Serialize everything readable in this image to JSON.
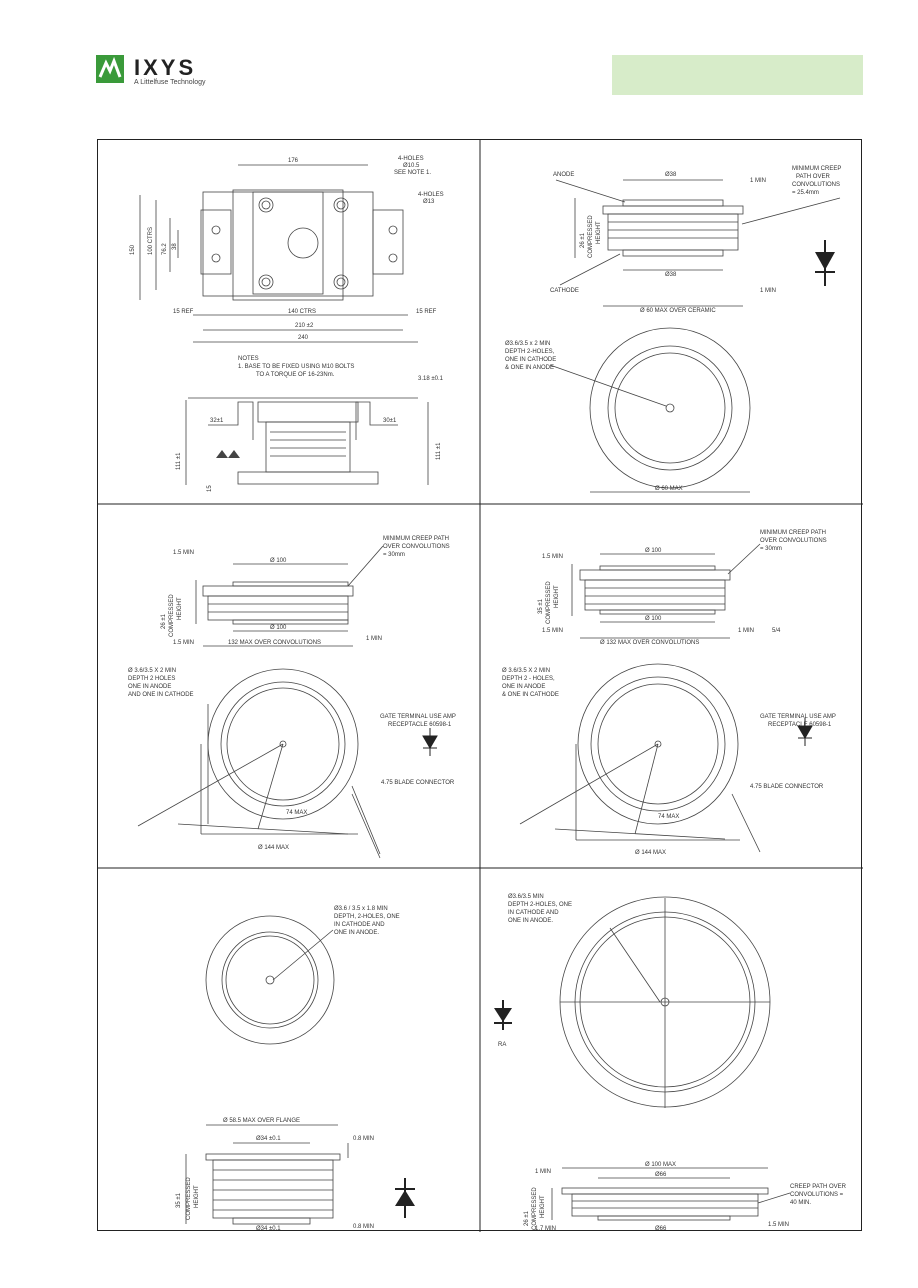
{
  "brand": {
    "name": "IXYS",
    "tagline": "A Littelfuse Technology"
  },
  "drawings": {
    "d1": {
      "top_dim": "176",
      "holes_a": "4-HOLES",
      "holes_a_dia": "Ø10.5",
      "see_note": "SEE NOTE 1.",
      "holes_b": "4-HOLES",
      "holes_b_dia": "Ø13",
      "left_150": "150",
      "left_100": "100 CTRS",
      "left_76": "76.2",
      "left_38": "38",
      "ref_left": "15 REF",
      "ctrs_140": "140 CTRS",
      "ref_right": "15 REF",
      "dim_210": "210 ±2",
      "dim_240": "240",
      "notes_title": "NOTES",
      "note_1": "1.      BASE TO BE FIXED USING M10 BOLTS",
      "note_1b": "TO A TORQUE OF 16-23Nm.",
      "dim_318": "3.18 ±0.1",
      "dim_32": "32±1",
      "dim_30": "30±1",
      "dim_111_left": "111 ±1",
      "dim_111_right": "111 ±1",
      "dim_15": "15"
    },
    "d2": {
      "anode": "ANODE",
      "top_dia": "Ø38",
      "min1": "1 MIN",
      "creep_1": "MINIMUM CREEP",
      "creep_2": "PATH OVER",
      "creep_3": "CONVOLUTIONS",
      "creep_4": "= 25.4mm",
      "height_1": "26 ±1",
      "height_2": "COMPRESSED",
      "height_3": "HEIGHT",
      "bottom_dia": "Ø38",
      "cathode": "CATHODE",
      "min2": "1 MIN",
      "ceramic": "Ø 60 MAX OVER CERAMIC",
      "hole_1": "Ø3.6/3.5 x 2 MIN",
      "hole_2": "DEPTH 2-HOLES,",
      "hole_3": "ONE IN CATHODE",
      "hole_4": "& ONE IN ANODE",
      "outer": "Ø 60 MAX"
    },
    "d3": {
      "min15a": "1.5 MIN",
      "top_dia": "Ø 100",
      "creep_1": "MINIMUM CREEP PATH",
      "creep_2": "OVER CONVOLUTIONS",
      "creep_3": "= 30mm",
      "h1": "26 ±1",
      "h2": "COMPRESSED",
      "h3": "HEIGHT",
      "bottom_dia": "Ø 100",
      "min15b": "1.5 MIN",
      "conv": "132 MAX OVER CONVOLUTIONS",
      "min1": "1 MIN",
      "hole_1": "Ø 3.6/3.5 X 2 MIN",
      "hole_2": "DEPTH 2 HOLES",
      "hole_3": "ONE IN ANODE",
      "hole_4": "AND ONE IN CATHODE",
      "gate_1": "GATE TERMINAL USE AMP",
      "gate_2": "RECEPTACLE 60598-1",
      "blade": "4.75 BLADE CONNECTOR",
      "dim74": "74 MAX",
      "outer": "Ø 144 MAX"
    },
    "d4": {
      "min15a": "1.5 MIN",
      "top_dia": "Ø 100",
      "creep_1": "MINIMUM CREEP PATH",
      "creep_2": "OVER CONVOLUTIONS",
      "creep_3": "= 30mm",
      "h1": "35 ±1",
      "h2": "COMPRESSED",
      "h3": "HEIGHT",
      "bottom_dia": "Ø 100",
      "min15b": "1.5 MIN",
      "conv": "Ø 132 MAX OVER CONVOLUTIONS",
      "min1": "1 MIN",
      "dim_5": "5/4",
      "hole_1": "Ø 3.6/3.5 X 2 MIN",
      "hole_2": "DEPTH 2 - HOLES,",
      "hole_3": "ONE IN ANODE",
      "hole_4": "& ONE IN CATHODE",
      "gate_1": "GATE TERMINAL USE AMP",
      "gate_2": "RECEPTACLE 60598-1",
      "blade": "4.75 BLADE CONNECTOR",
      "dim74": "74 MAX",
      "outer": "Ø 144 MAX"
    },
    "d5": {
      "hole_1": "Ø3.6 / 3.5 x 1.8 MIN",
      "hole_2": "DEPTH, 2-HOLES, ONE",
      "hole_3": "IN CATHODE AND",
      "hole_4": "ONE IN ANODE.",
      "flange": "Ø 58.5 MAX OVER FLANGE",
      "top_dia": "Ø34 ±0.1",
      "min08a": "0.8 MIN",
      "h1": "35 ±1",
      "h2": "COMPRESSED",
      "h3": "HEIGHT",
      "bottom_dia": "Ø34 ±0.1",
      "min08b": "0.8 MIN"
    },
    "d6": {
      "hole_1": "Ø3.6/3.5 MIN",
      "hole_2": "DEPTH 2-HOLES, ONE",
      "hole_3": "IN CATHODE AND",
      "hole_4": "ONE IN ANODE.",
      "symbol_label": "RA",
      "min1": "1 MIN",
      "outer_dia": "Ø 100 MAX",
      "top_dia": "Ø66",
      "h1": "26 ±1",
      "h2": "COMPRESSED",
      "h3": "HEIGHT",
      "creep_1": "CREEP PATH OVER",
      "creep_2": "CONVOLUTIONS =",
      "creep_3": "40 MIN.",
      "bottom_dia": "Ø66",
      "min17": "1.7 MIN",
      "min15": "1.5 MIN"
    }
  }
}
